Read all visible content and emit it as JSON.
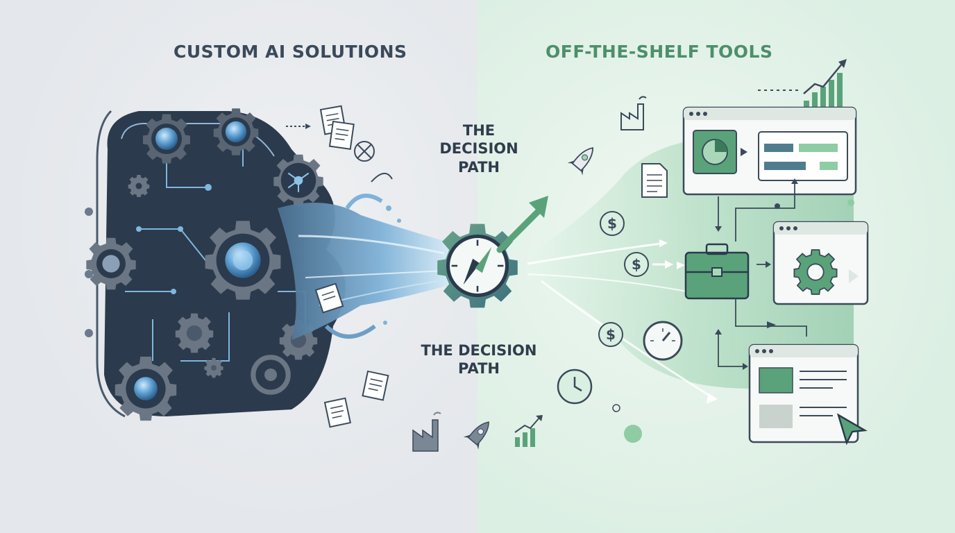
{
  "headings": {
    "left": "CUSTOM AI SOLUTIONS",
    "right": "OFF-THE-SHELF TOOLS"
  },
  "center_title_top": {
    "line1": "THE",
    "line2": "DECISION",
    "line3": "PATH"
  },
  "center_title_bottom": {
    "line1": "THE DECISION",
    "line2": "PATH"
  },
  "currency_symbol": "$",
  "colors": {
    "navy": "#2b3a4c",
    "slate": "#4a5a6c",
    "gear_gray": "#6b7684",
    "water_blue": "#7fb2d8",
    "accent_green": "#5aa37a",
    "light_green": "#a8d8b8",
    "left_heading": "#3b4a5a",
    "right_heading": "#4d8f6a"
  },
  "icons": [
    "gear-icon",
    "document-icon",
    "compass-gear-icon",
    "rocket-icon",
    "factory-icon",
    "growth-chart-icon",
    "dollar-coin-icon",
    "toolbox-icon",
    "browser-window-icon",
    "clock-icon",
    "gauge-icon",
    "cursor-icon",
    "network-node-icon"
  ]
}
